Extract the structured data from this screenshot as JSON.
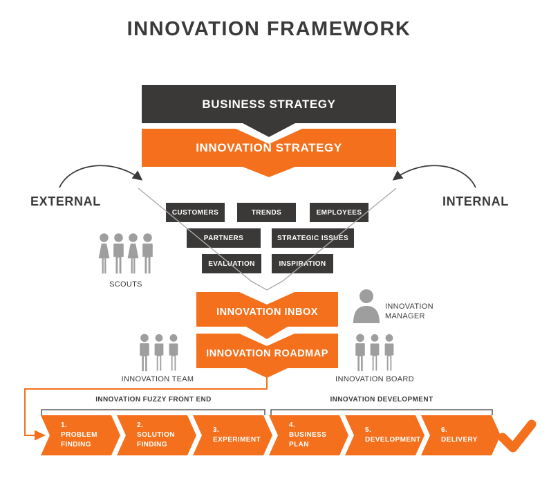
{
  "title": "INNOVATION FRAMEWORK",
  "colors": {
    "accent_orange": "#f4701c",
    "dark_box": "#3b3838",
    "icon_gray": "#9e9e9e",
    "funnel_line_gray": "#ababab",
    "text_dark": "#3a3a3a",
    "background": "#ffffff"
  },
  "strategy": {
    "business": "BUSINESS STRATEGY",
    "innovation": "INNOVATION STRATEGY"
  },
  "sources": {
    "external": "EXTERNAL",
    "internal": "INTERNAL"
  },
  "funnel": {
    "row1": [
      "CUSTOMERS",
      "TRENDS",
      "EMPLOYEES"
    ],
    "row2": [
      "PARTNERS",
      "STRATEGIC ISSUES"
    ],
    "row3": [
      "EVALUATION",
      "INSPIRATION"
    ]
  },
  "pipeline": {
    "inbox": "INNOVATION INBOX",
    "roadmap": "INNOVATION ROADMAP"
  },
  "roles": {
    "scouts": "SCOUTS",
    "manager": "INNOVATION\nMANAGER",
    "team": "INNOVATION TEAM",
    "board": "INNOVATION BOARD"
  },
  "phases": {
    "fuzzy_front_end": "INNOVATION FUZZY FRONT END",
    "development": "INNOVATION DEVELOPMENT"
  },
  "steps": [
    {
      "num": "1.",
      "label": "PROBLEM\nFINDING"
    },
    {
      "num": "2.",
      "label": "SOLUTION\nFINDING"
    },
    {
      "num": "3.",
      "label": "EXPERIMENT"
    },
    {
      "num": "4.",
      "label": "BUSINESS\nPLAN"
    },
    {
      "num": "5.",
      "label": "DEVELOPMENT"
    },
    {
      "num": "6.",
      "label": "DELIVERY"
    }
  ]
}
